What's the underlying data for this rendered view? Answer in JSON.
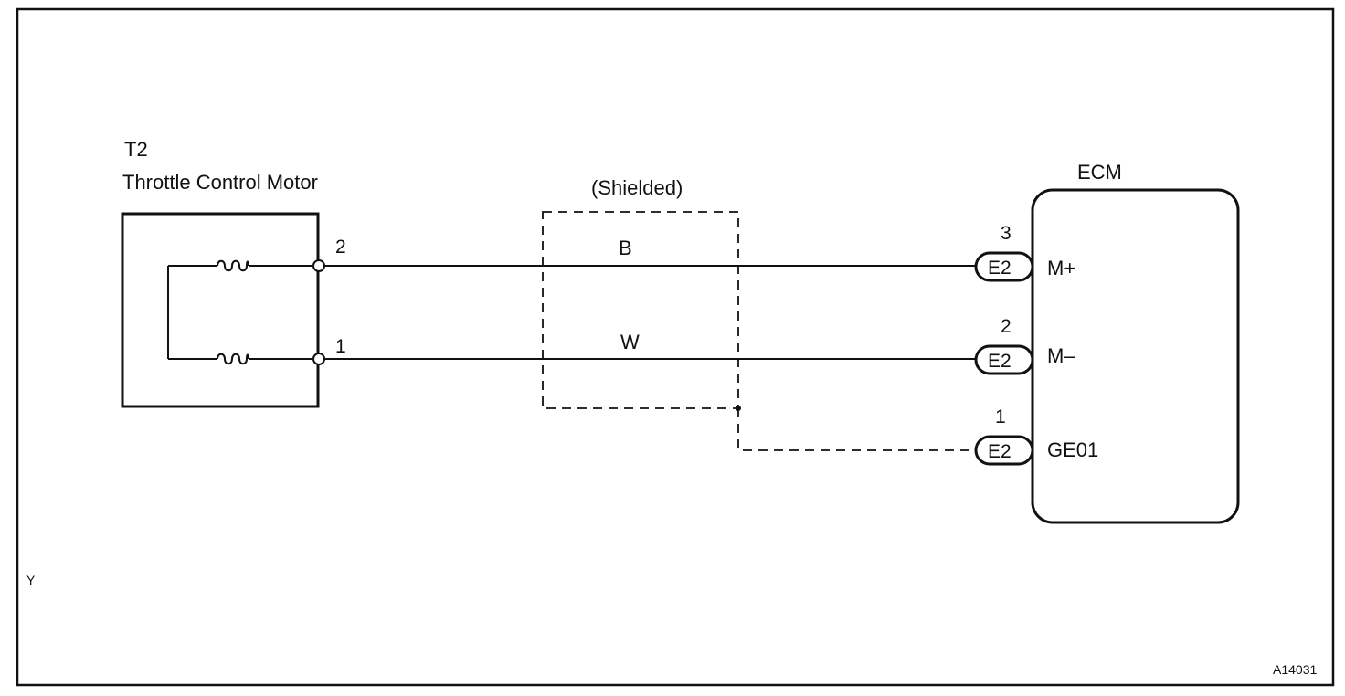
{
  "motor": {
    "ref": "T2",
    "name": "Throttle Control Motor",
    "pin_top": "2",
    "pin_bottom": "1"
  },
  "shield": {
    "label": "(Shielded)"
  },
  "wires": {
    "top_color": "B",
    "bottom_color": "W"
  },
  "ecm": {
    "title": "ECM",
    "pins": [
      {
        "number": "3",
        "connector": "E2",
        "signal": "M+"
      },
      {
        "number": "2",
        "connector": "E2",
        "signal": "M–"
      },
      {
        "number": "1",
        "connector": "E2",
        "signal": "GE01"
      }
    ]
  },
  "corner_mark": "Y",
  "figure_id": "A14031",
  "colors": {
    "line": "#111111",
    "background": "#ffffff"
  }
}
